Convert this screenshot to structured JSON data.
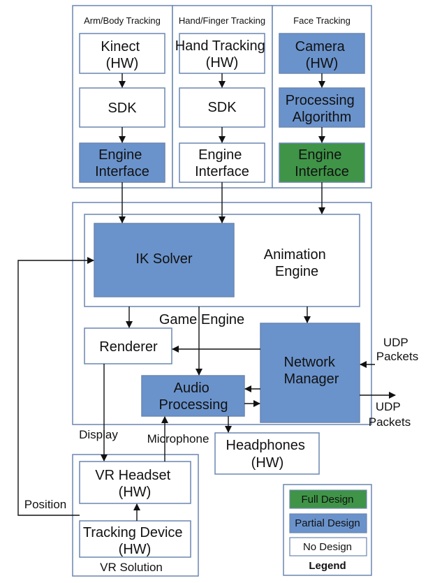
{
  "colors": {
    "full_design": "#3f9447",
    "partial_design": "#6a93cc",
    "no_design": "#ffffff",
    "border": "#6a86b0",
    "line": "#111111"
  },
  "groups": {
    "arm_body": "Arm/Body Tracking",
    "hand_finger": "Hand/Finger Tracking",
    "face": "Face Tracking",
    "game_engine": "Game Engine",
    "vr_solution": "VR Solution"
  },
  "boxes": {
    "kinect": [
      "Kinect",
      "(HW)"
    ],
    "sdk_arm": [
      "SDK"
    ],
    "engine_interface_arm": [
      "Engine",
      "Interface"
    ],
    "hand_tracking": [
      "Hand Tracking",
      "(HW)"
    ],
    "sdk_hand": [
      "SDK"
    ],
    "engine_interface_hand": [
      "Engine",
      "Interface"
    ],
    "camera": [
      "Camera",
      "(HW)"
    ],
    "processing_algorithm": [
      "Processing",
      "Algorithm"
    ],
    "engine_interface_face": [
      "Engine",
      "Interface"
    ],
    "animation_engine": [
      "Animation",
      "Engine"
    ],
    "ik_solver": [
      "IK Solver"
    ],
    "renderer": [
      "Renderer"
    ],
    "network_manager": [
      "Network",
      "Manager"
    ],
    "audio_processing": [
      "Audio",
      "Processing"
    ],
    "headphones": [
      "Headphones",
      "(HW)"
    ],
    "vr_headset": [
      "VR Headset",
      "(HW)"
    ],
    "tracking_device": [
      "Tracking Device",
      "(HW)"
    ]
  },
  "labels": {
    "display": "Display",
    "microphone": "Microphone",
    "position": "Position",
    "udp_in": [
      "UDP",
      "Packets"
    ],
    "udp_out": [
      "UDP",
      "Packets"
    ]
  },
  "legend": {
    "title": "Legend",
    "full_design": "Full Design",
    "partial_design": "Partial Design",
    "no_design": "No Design"
  }
}
